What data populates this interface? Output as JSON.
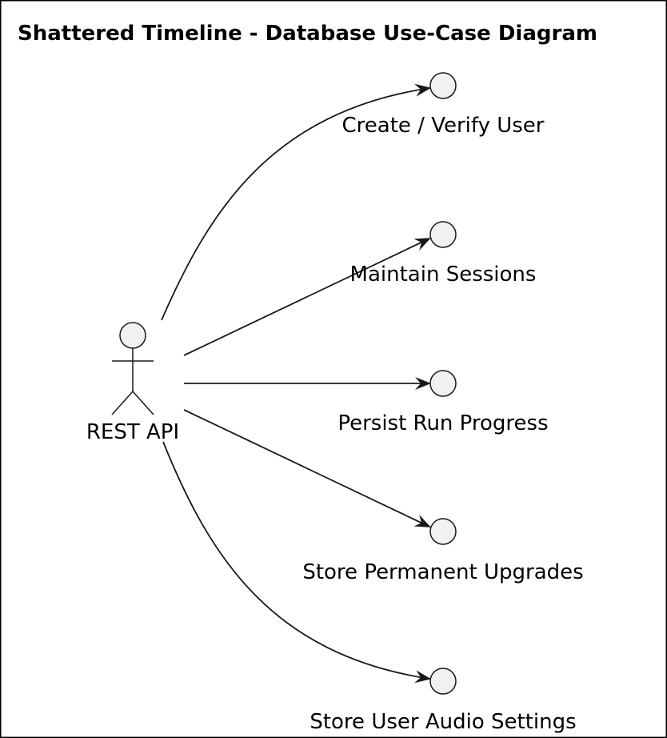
{
  "title": "Shattered Timeline - Database Use-Case Diagram",
  "actor": {
    "label": "REST API"
  },
  "use_cases": [
    {
      "label": "Create / Verify User"
    },
    {
      "label": "Maintain Sessions"
    },
    {
      "label": "Persist Run Progress"
    },
    {
      "label": "Store Permanent Upgrades"
    },
    {
      "label": "Store User Audio Settings"
    }
  ],
  "colors": {
    "background": "#FFFFFF",
    "frame": "#000000",
    "stroke": "#181818",
    "node_fill": "#F1F1F1",
    "text": "#000000"
  }
}
